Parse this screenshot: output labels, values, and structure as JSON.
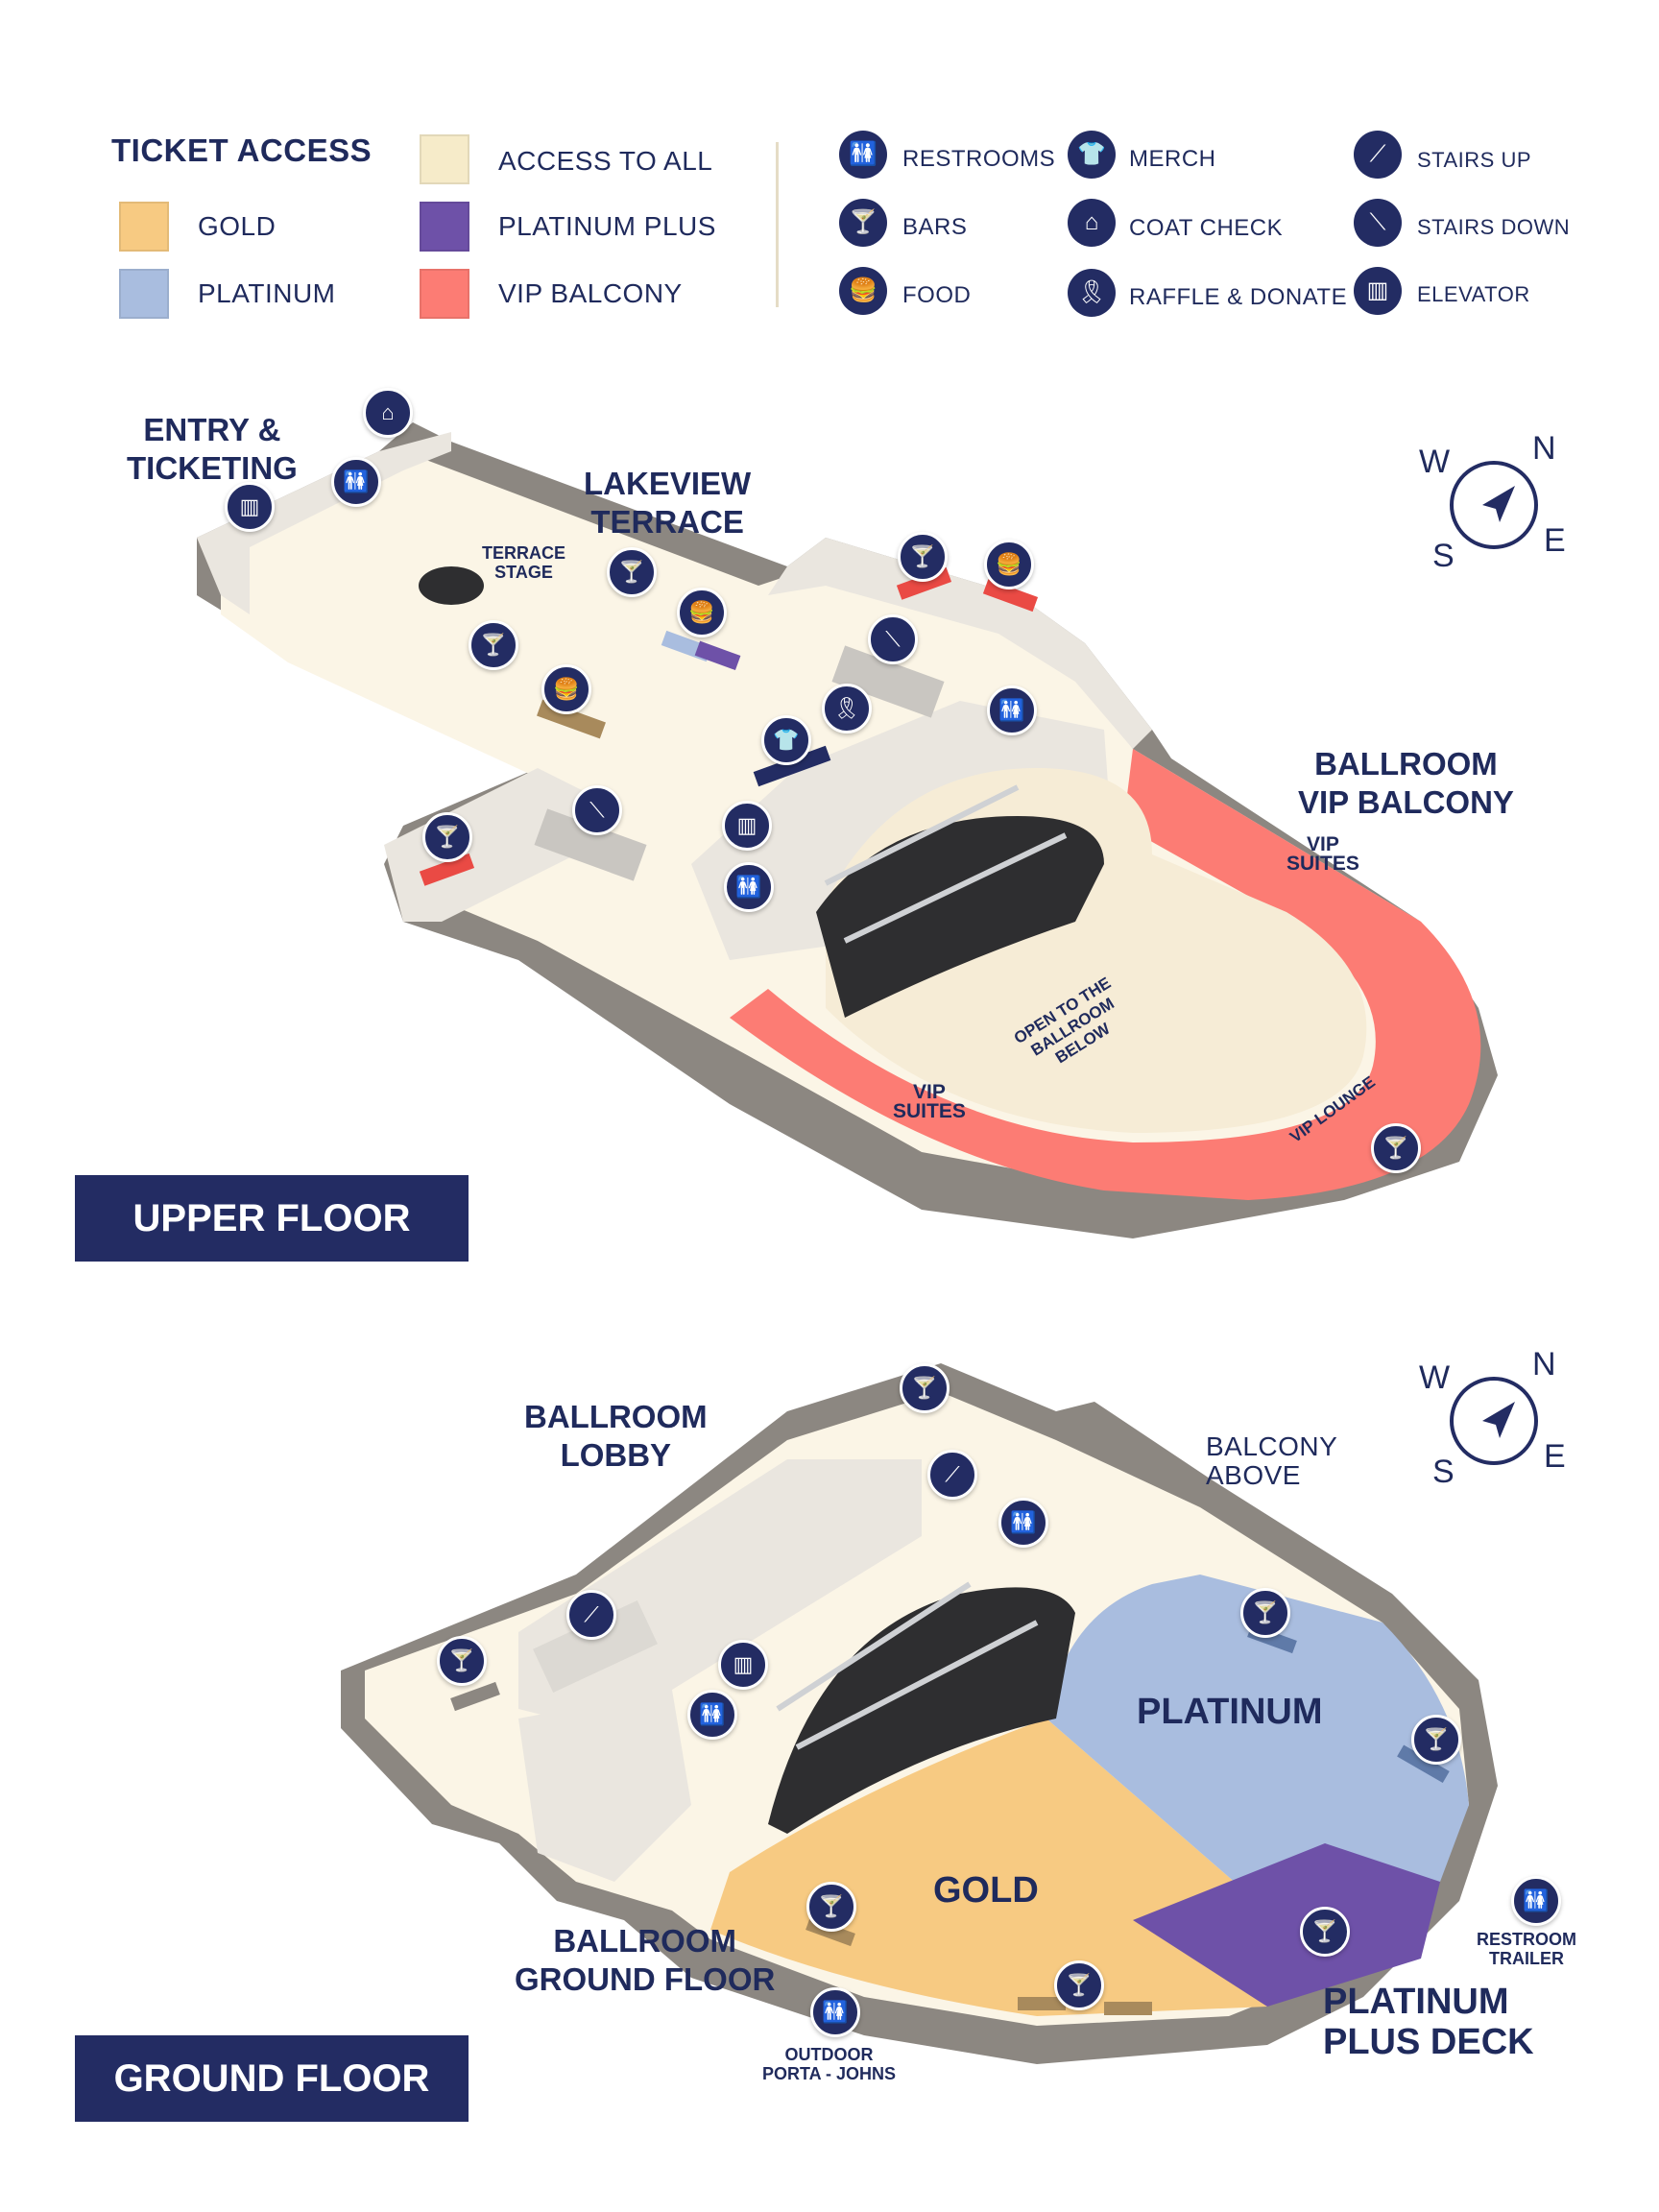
{
  "legend": {
    "ticket_access_title": "TICKET ACCESS",
    "tickets": [
      {
        "label": "GOLD",
        "color": "#f7ca82"
      },
      {
        "label": "PLATINUM",
        "color": "#a9bddf"
      },
      {
        "label": "ACCESS TO ALL",
        "color": "#f6ebc9"
      },
      {
        "label": "PLATINUM PLUS",
        "color": "#6e51a8"
      },
      {
        "label": "VIP BALCONY",
        "color": "#fc7c74"
      }
    ],
    "amenities": [
      {
        "label": "RESTROOMS",
        "icon": "restroom-icon",
        "glyph": "🚻"
      },
      {
        "label": "BARS",
        "icon": "cocktail-icon",
        "glyph": "🍸"
      },
      {
        "label": "FOOD",
        "icon": "food-icon",
        "glyph": "🍔"
      },
      {
        "label": "MERCH",
        "icon": "tshirt-icon",
        "glyph": "👕"
      },
      {
        "label": "COAT CHECK",
        "icon": "hanger-icon",
        "glyph": "⌂"
      },
      {
        "label": "RAFFLE & DONATE",
        "icon": "ribbon-icon",
        "glyph": "🎗"
      },
      {
        "label": "STAIRS UP",
        "icon": "stairs-up-icon",
        "glyph": "⟋"
      },
      {
        "label": "STAIRS DOWN",
        "icon": "stairs-down-icon",
        "glyph": "⟍"
      },
      {
        "label": "ELEVATOR",
        "icon": "elevator-icon",
        "glyph": "▥"
      }
    ]
  },
  "upper_floor": {
    "banner": "UPPER FLOOR",
    "entry": "ENTRY &\nTICKETING",
    "lakeview": "LAKEVIEW\nTERRACE",
    "terrace_stage": "TERRACE\nSTAGE",
    "ballroom_vip": "BALLROOM\nVIP BALCONY",
    "vip_suites_a": "VIP\nSUITES",
    "vip_suites_b": "VIP\nSUITES",
    "open_below": "OPEN TO THE\nBALLROOM\nBELOW",
    "vip_lounge": "VIP LOUNGE"
  },
  "ground_floor": {
    "banner": "GROUND FLOOR",
    "ballroom_lobby": "BALLROOM\nLOBBY",
    "balcony_above": "BALCONY\nABOVE",
    "platinum": "PLATINUM",
    "gold": "GOLD",
    "ballroom_ground": "BALLROOM\nGROUND FLOOR",
    "platinum_plus_deck": "PLATINUM\nPLUS DECK",
    "restroom_trailer": "RESTROOM\nTRAILER",
    "outdoor_porta": "OUTDOOR\nPORTA - JOHNS"
  },
  "compass": {
    "w": "W",
    "n": "N",
    "s": "S",
    "e": "E"
  },
  "colors": {
    "navy": "#232c63",
    "floor": "#fbf5e6",
    "wall": "#eae6df",
    "wall_dark": "#8c8781",
    "stage": "#2e2e30"
  }
}
